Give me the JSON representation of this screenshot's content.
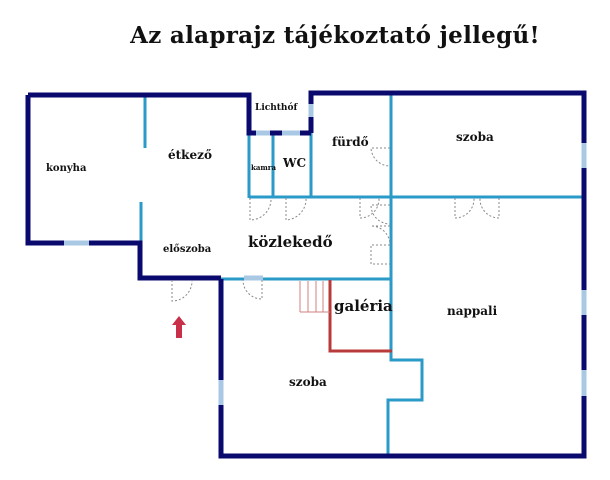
{
  "title": "Az alaprajz tájékoztató jellegű!",
  "rooms": {
    "konyha": "konyha",
    "etkezo": "étkező",
    "lichthof": "Lichthóf",
    "kamra": "kamra",
    "wc": "WC",
    "furdo": "fürdő",
    "szoba_top": "szoba",
    "eloszoba": "előszoba",
    "kozlekedo": "közlekedő",
    "galeria": "galéria",
    "nappali": "nappali",
    "szoba_bottom": "szoba"
  },
  "colors": {
    "exterior_wall": "#0a0a6e",
    "interior_wall": "#2a9ac8",
    "window": "#a8c8e4",
    "gallery_rail": "#b83a3a",
    "door_swing": "#888888",
    "entrance_arrow": "#c8304a"
  },
  "entrance_icon": "up-arrow-icon"
}
